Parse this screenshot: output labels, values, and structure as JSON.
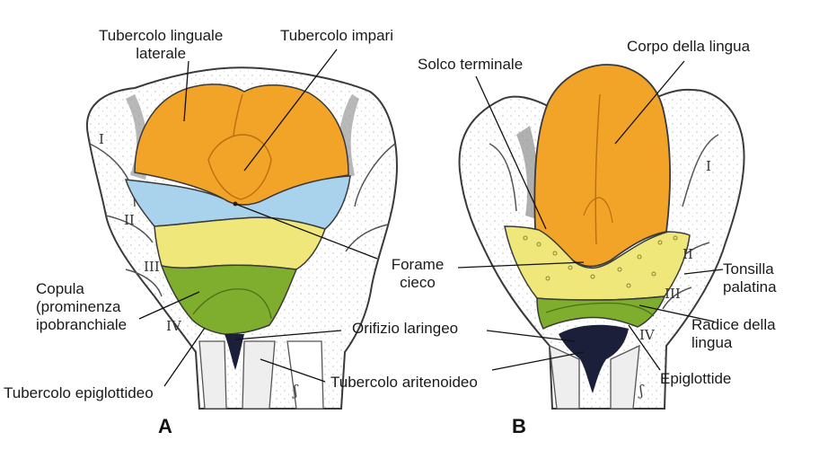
{
  "panels": {
    "a": {
      "letter": "A",
      "roman": [
        "I",
        "II",
        "III",
        "IV"
      ],
      "labels": {
        "tubercolo_linguale_laterale": [
          "Tubercolo linguale",
          "laterale"
        ],
        "tubercolo_impari": "Tubercolo impari",
        "copula": [
          "Copula",
          "(prominenza",
          "ipobranchiale"
        ],
        "tubercolo_epiglottideo": "Tubercolo epiglottideo"
      }
    },
    "b": {
      "letter": "B",
      "roman": [
        "I",
        "II",
        "III",
        "IV"
      ],
      "labels": {
        "solco_terminale": "Solco terminale",
        "corpo_della_lingua": "Corpo della lingua",
        "tonsilla_palatina": [
          "Tonsilla",
          "palatina"
        ],
        "radice_della_lingua": [
          "Radice della",
          "lingua"
        ],
        "epiglottide": "Epiglottide"
      }
    },
    "shared": {
      "forame_cieco": [
        "Forame",
        "cieco"
      ],
      "orifizio_laringeo": "Orifizio laringeo",
      "tubercolo_aritenoideo": "Tubercolo aritenoideo"
    }
  },
  "colors": {
    "orange": "#f2a428",
    "blue": "#a9d3ec",
    "yellow": "#efe77a",
    "green": "#7fae2e",
    "dark": "#1c1f3a",
    "outline": "#3a3a3a",
    "tissue": "#eeeeee"
  }
}
